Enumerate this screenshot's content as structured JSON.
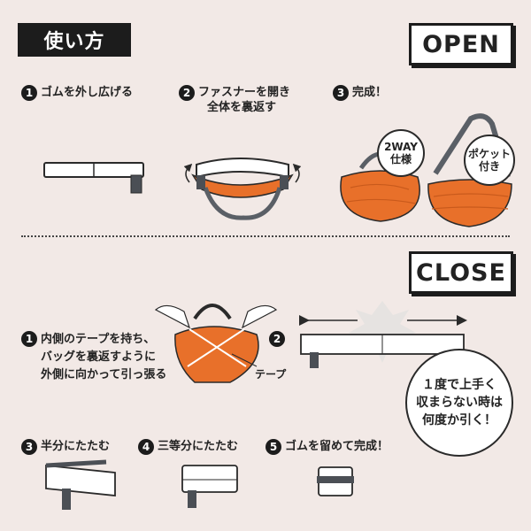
{
  "header": {
    "title": "使い方",
    "open_label": "OPEN",
    "close_label": "CLOSE"
  },
  "open_steps": [
    {
      "num": "1",
      "lines": [
        "ゴムを外し広げる"
      ]
    },
    {
      "num": "2",
      "lines": [
        "ファスナーを開き",
        "全体を裏返す"
      ]
    },
    {
      "num": "3",
      "lines": [
        "完成！"
      ]
    }
  ],
  "bubbles": {
    "two_way": [
      "2WAY",
      "仕様"
    ],
    "pocket": [
      "ポケット",
      "付き"
    ]
  },
  "close_steps": [
    {
      "num": "1",
      "lines": [
        "内側のテープを持ち、",
        "バッグを裏返すように",
        "外側に向かって引っ張る"
      ]
    },
    {
      "num": "2",
      "lines": [
        ""
      ]
    },
    {
      "num": "3",
      "lines": [
        "半分にたたむ"
      ]
    },
    {
      "num": "4",
      "lines": [
        "三等分にたたむ"
      ]
    },
    {
      "num": "5",
      "lines": [
        "ゴムを留めて完成！"
      ]
    }
  ],
  "tape_label": "テープ",
  "callout_lines": [
    "１度で上手く",
    "収まらない時は",
    "何度か引く！"
  ],
  "colors": {
    "background": "#f2e9e6",
    "dark": "#1c1c1c",
    "bag_orange": "#e8702a",
    "strap_gray": "#5a5f66",
    "band_white": "#ffffff"
  }
}
